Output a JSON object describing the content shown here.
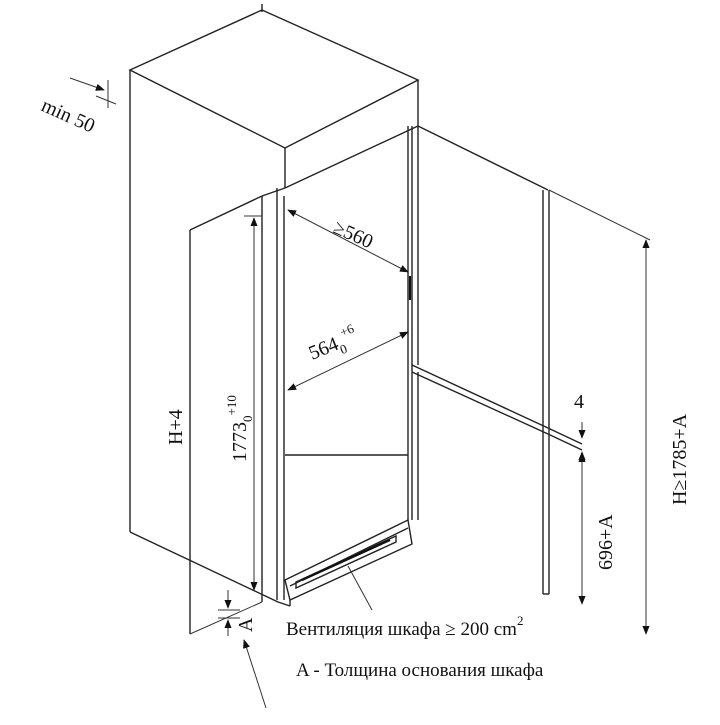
{
  "diagram": {
    "labels": {
      "min_gap": "min 50",
      "depth_min": "≥560",
      "width_base": "564",
      "width_sub": "0",
      "width_sup": "+6",
      "cabinet_height": "H+4",
      "niche_base": "1773",
      "niche_sub": "0",
      "niche_sup": "+10",
      "gap_small": "4",
      "door_height": "696+A",
      "total_height": "H≥1785+A",
      "base_label": "A"
    },
    "captions": {
      "ventilation": "Вентиляция шкафа ≥ 200 cm",
      "ventilation_sup": "2",
      "base_thickness": "A - Толщина основания шкафа"
    }
  }
}
